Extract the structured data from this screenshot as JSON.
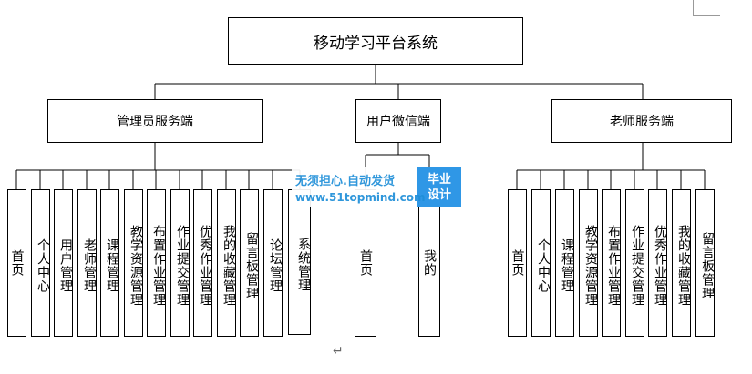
{
  "root": {
    "label": "移动学习平台系统"
  },
  "branches": [
    {
      "label": "管理员服务端",
      "children": [
        "首页",
        "个人中心",
        "用户管理",
        "老师管理",
        "课程管理",
        "教学资源管理",
        "布置作业管理",
        "作业提交管理",
        "优秀作业管理",
        "我的收藏管理",
        "留言板管理",
        "论坛管理",
        "系统管理"
      ]
    },
    {
      "label": "用户微信端",
      "children": [
        "首页",
        "我的"
      ]
    },
    {
      "label": "老师服务端",
      "children": [
        "首页",
        "个人中心",
        "课程管理",
        "教学资源管理",
        "布置作业管理",
        "作业提交管理",
        "优秀作业管理",
        "我的收藏管理",
        "留言板管理"
      ]
    }
  ],
  "watermark": {
    "line1": "无须担心.自动发货",
    "line2": "www.51topmind.com",
    "badge_line1": "毕业",
    "badge_line2": "设计"
  },
  "return_mark": "↵",
  "colors": {
    "watermark_blue": "#2f97e6",
    "line": "#000000"
  }
}
